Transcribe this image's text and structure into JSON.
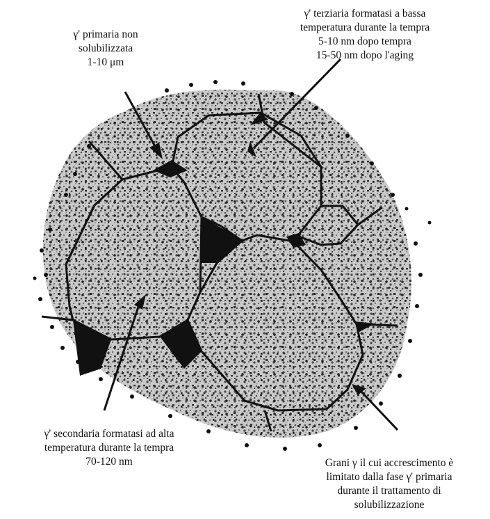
{
  "labels": {
    "primary": [
      "γ' primaria non",
      "solubilizzata",
      "1-10 μm"
    ],
    "tertiary": [
      "γ' terziaria formatasi a bassa",
      "temperatura durante la tempra",
      "5-10 nm  dopo tempra",
      "15-50 nm  dopo l'aging"
    ],
    "secondary": [
      "γ' secondaria formatasi ad alta",
      "temperatura durante la tempra",
      "70-120 nm"
    ],
    "grains": [
      "Grani γ il cui accrescimento è",
      "limitato dalla fase γ' primaria",
      "durante il trattamento di",
      "solubilizzazione"
    ]
  },
  "colors": {
    "ink": "#111111",
    "background": "#ffffff",
    "speckle": "#8a8a8a"
  }
}
